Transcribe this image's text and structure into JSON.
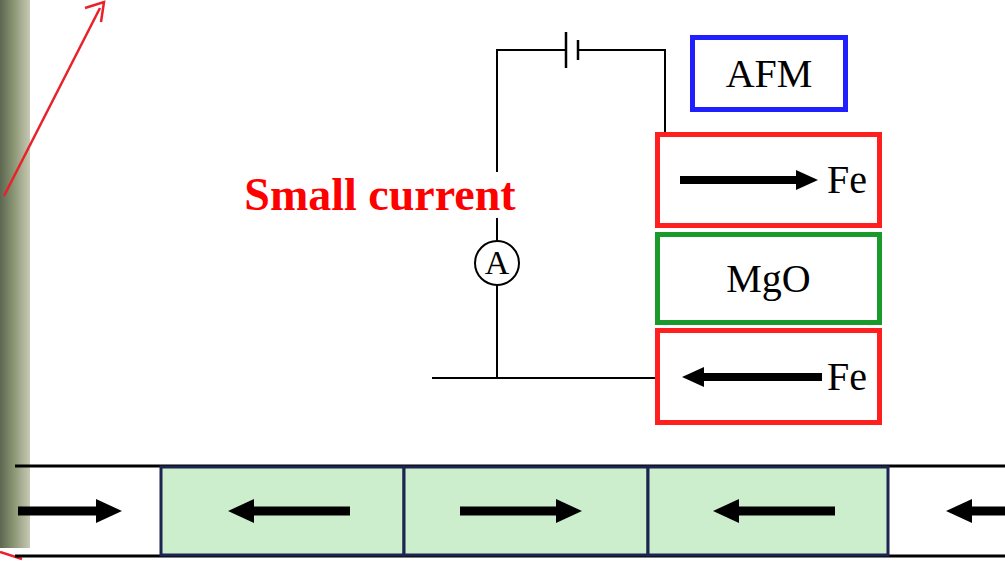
{
  "diagram": {
    "nodes": [
      {
        "text": [
          "AFM"
        ]
      },
      {
        "text": [
          "Fe"
        ]
      },
      {
        "text": [
          "MgO"
        ]
      },
      {
        "text": [
          "Fe"
        ]
      }
    ],
    "labels": [
      "Small current",
      "A"
    ]
  }
}
